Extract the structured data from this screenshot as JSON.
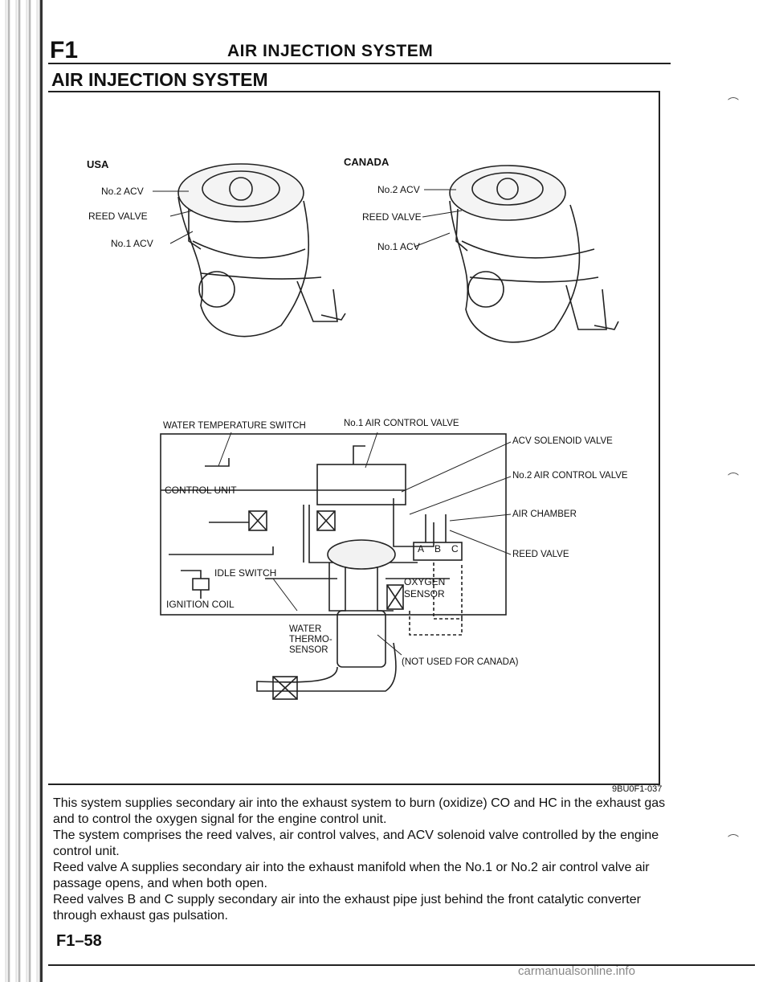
{
  "header": {
    "section": "F1",
    "title": "AIR INJECTION SYSTEM"
  },
  "box_title": "AIR INJECTION SYSTEM",
  "figure": {
    "usa": {
      "heading": "USA",
      "labels": [
        "No.2 ACV",
        "REED VALVE",
        "No.1 ACV"
      ]
    },
    "canada": {
      "heading": "CANADA",
      "labels": [
        "No.2 ACV",
        "REED VALVE",
        "No.1 ACV"
      ]
    },
    "schematic": {
      "water_temp_switch": "WATER TEMPERATURE SWITCH",
      "no1_acv": "No.1 AIR CONTROL VALVE",
      "acv_solenoid": "ACV SOLENOID VALVE",
      "no2_acv": "No.2 AIR CONTROL VALVE",
      "control_unit": "CONTROL UNIT",
      "air_chamber": "AIR CHAMBER",
      "reed_valve": "REED VALVE",
      "idle_switch": "IDLE SWITCH",
      "ignition_coil": "IGNITION COIL",
      "oxygen_sensor_1": "OXYGEN",
      "oxygen_sensor_2": "SENSOR",
      "water_thermo_1": "WATER",
      "water_thermo_2": "THERMO-",
      "water_thermo_3": "SENSOR",
      "not_used": "(NOT USED FOR CANADA)",
      "valve_a": "A",
      "valve_b": "B",
      "valve_c": "C"
    },
    "figure_id": "9BU0F1-037"
  },
  "body": [
    "This system supplies secondary air into the exhaust system to burn (oxidize) CO and HC in the exhaust gas and to control the oxygen signal for the engine control unit.",
    "The system comprises the reed valves, air control valves, and ACV solenoid valve controlled by the engine control unit.",
    "Reed valve A supplies secondary air into the exhaust manifold when the No.1 or No.2 air control valve air passage opens, and when both open.",
    "Reed valves B and C supply secondary air into the exhaust pipe just behind the front catalytic converter through exhaust gas pulsation."
  ],
  "footer": {
    "page": "F1–58",
    "watermark": "carmanualsonline.info"
  }
}
